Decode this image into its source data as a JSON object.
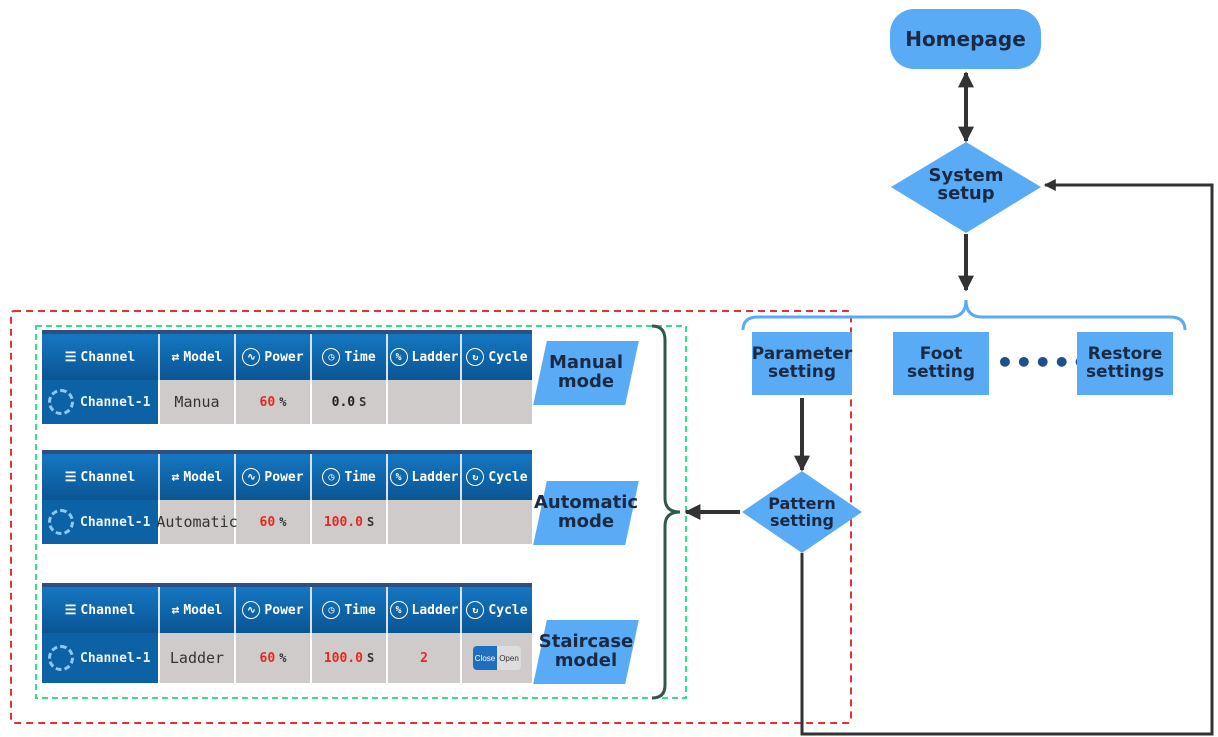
{
  "nodes": {
    "homepage": "Homepage",
    "system_setup": [
      "System",
      "setup"
    ],
    "parameter_setting": [
      "Parameter",
      "setting"
    ],
    "foot_setting": [
      "Foot",
      "setting"
    ],
    "restore_settings": [
      "Restore",
      "settings"
    ],
    "dots": "••••••",
    "pattern_setting": [
      "Pattern",
      "setting"
    ]
  },
  "mode_labels": {
    "manual": [
      "Manual",
      "mode"
    ],
    "automatic": [
      "Automatic",
      "mode"
    ],
    "staircase": [
      "Staircase",
      "model"
    ]
  },
  "panel_headers": [
    "Channel",
    "Model",
    "Power",
    "Time",
    "Ladder",
    "Cycle"
  ],
  "panels": {
    "manual": {
      "channel": "Channel-1",
      "model": "Manua",
      "power": "60",
      "power_unit": "%",
      "time": "0.0",
      "time_unit": "S",
      "ladder": ""
    },
    "automatic": {
      "channel": "Channel-1",
      "model": "Automatic",
      "power": "60",
      "power_unit": "%",
      "time": "100.0",
      "time_unit": "S",
      "ladder": ""
    },
    "staircase": {
      "channel": "Channel-1",
      "model": "Ladder",
      "power": "60",
      "power_unit": "%",
      "time": "100.0",
      "time_unit": "S",
      "ladder": "2",
      "toggle_close": "Close",
      "toggle_open": "Open"
    }
  },
  "colors": {
    "node_fill": "#5aabf5",
    "panel_blue": "#0d62a6",
    "red_dashed_border": "#e83030",
    "green_dashed_border": "#35e08a",
    "arrow": "#333333",
    "bracket_blue": "#5aabf5",
    "bracket_dark_green": "#2e5a4a"
  }
}
